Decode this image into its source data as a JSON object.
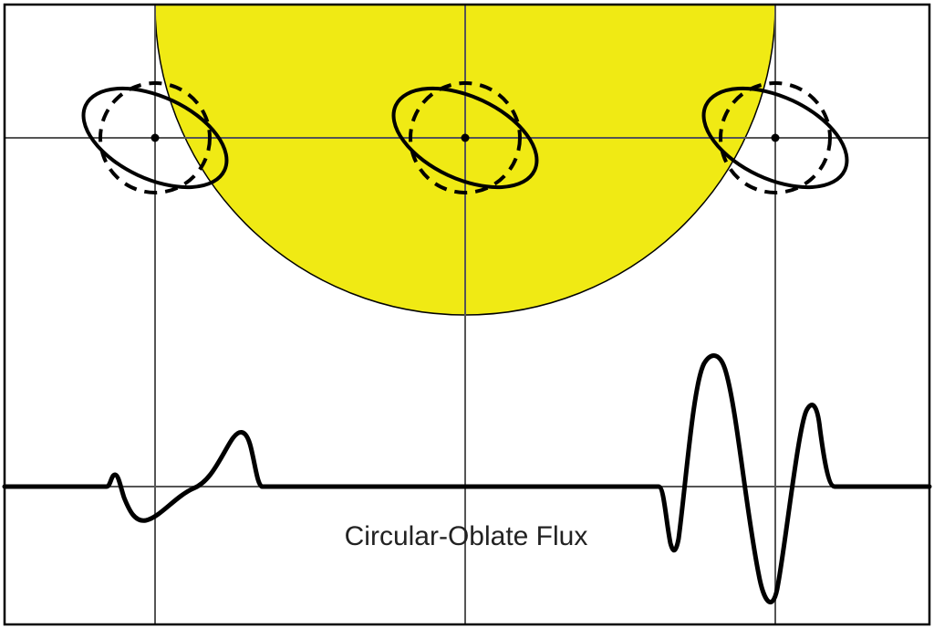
{
  "diagram": {
    "caption": "Circular-Oblate Flux",
    "colors": {
      "star_fill": "#f0ea14",
      "grid_line": "#555555",
      "outline": "#000000",
      "curve": "#000000",
      "background": "#ffffff"
    },
    "planets": [
      {
        "name": "left",
        "shapes": [
          "circular-dashed",
          "oblate-solid",
          "center-dot"
        ]
      },
      {
        "name": "center",
        "shapes": [
          "circular-dashed",
          "oblate-solid",
          "center-dot"
        ]
      },
      {
        "name": "right",
        "shapes": [
          "circular-dashed",
          "oblate-solid",
          "center-dot"
        ]
      }
    ]
  }
}
